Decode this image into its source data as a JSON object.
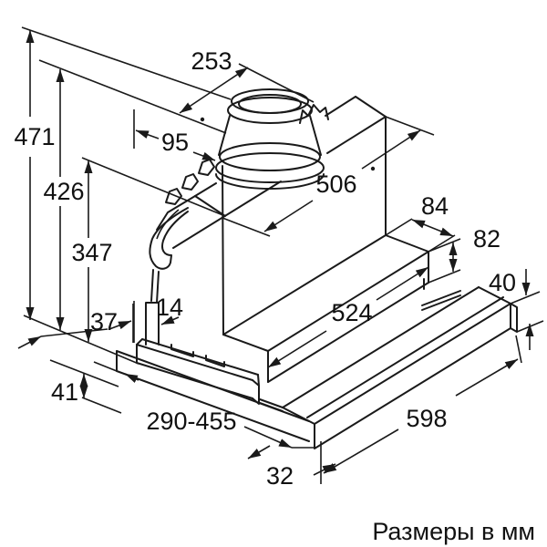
{
  "diagram": {
    "type": "technical dimension drawing",
    "subject": "built-in telescopic cooker hood, isometric line drawing with dimension arrows",
    "caption": "Размеры в мм",
    "background_color": "#ffffff",
    "line_color": "#1a1a1a",
    "dimensions": {
      "d253": "253",
      "d471": "471",
      "d95": "95",
      "d426": "426",
      "d506": "506",
      "d347": "347",
      "d84": "84",
      "d82": "82",
      "d40": "40",
      "d14": "14",
      "d37": "37",
      "d524": "524",
      "d41": "41",
      "d290_455": "290-455",
      "d598": "598",
      "d32": "32"
    }
  }
}
